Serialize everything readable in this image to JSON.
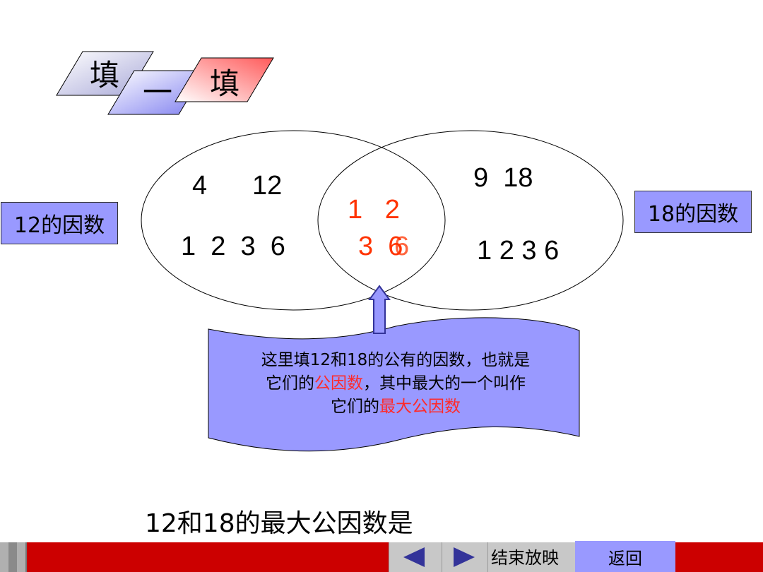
{
  "title": {
    "char1": "填",
    "char2": "一",
    "char3": "填"
  },
  "venn": {
    "left_label": "12的因数",
    "right_label": "18的因数",
    "left_top_a": "4",
    "left_top_b": "12",
    "left_bottom": "1  2  3  6",
    "middle_top": "1   2",
    "middle_bottom": "3  6",
    "middle_bottom_overlap": "6",
    "right_top": "9  18",
    "right_bottom": "1 2 3 6"
  },
  "callout": {
    "line1": "这里填12和18的公有的因数，也就是",
    "line2_a": "它们的",
    "line2_hl": "公因数",
    "line2_b": "，其中最大的一个叫作",
    "line3_a": "它们的",
    "line3_hl": "最大公因数"
  },
  "question": "12和18的最大公因数是",
  "nav": {
    "end_show": "结束放映",
    "return": "返回"
  },
  "colors": {
    "accent": "#9999ff",
    "highlight": "#ff3300",
    "bar": "#cc0000",
    "arrow": "#333399"
  }
}
